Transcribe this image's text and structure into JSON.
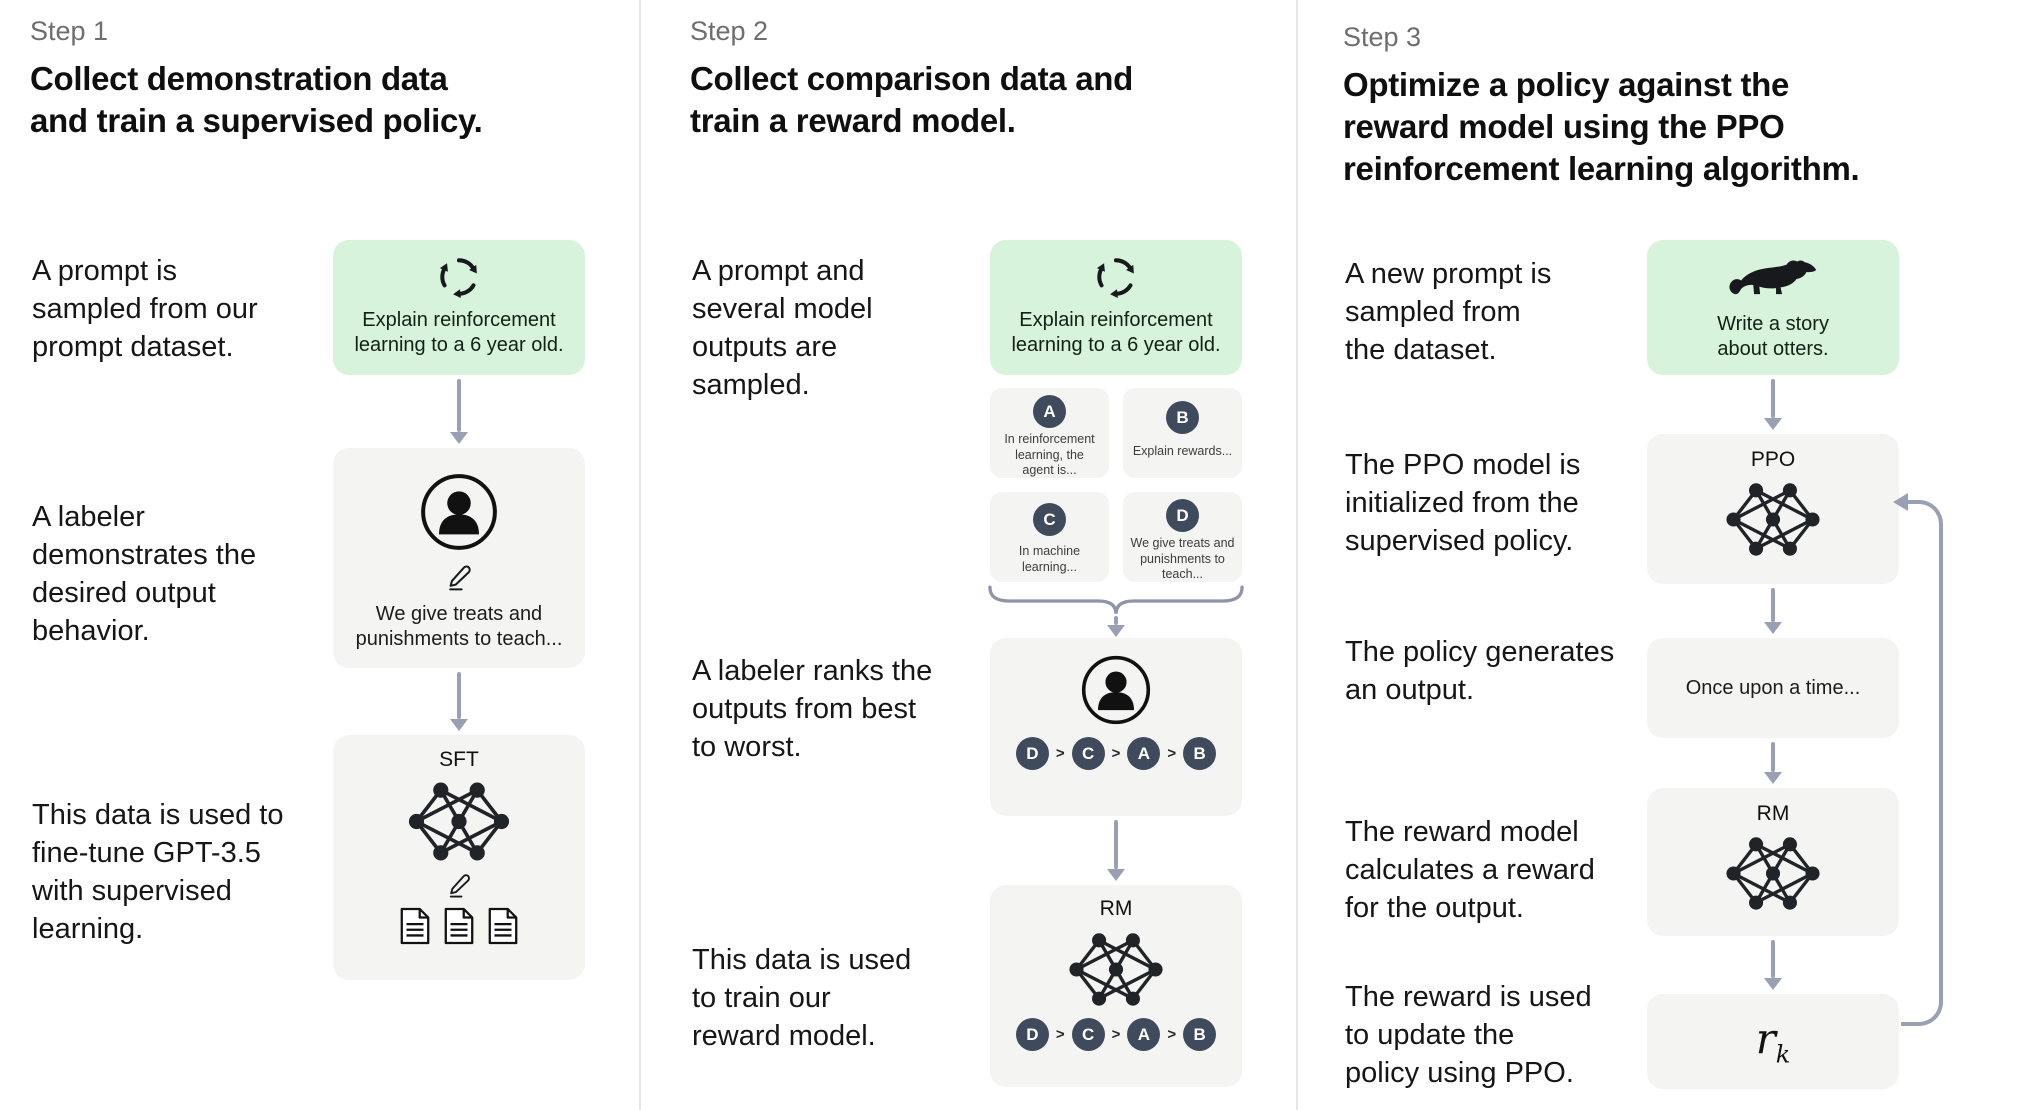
{
  "colors": {
    "green_box": "#d7f3dc",
    "gray_box": "#f4f4f3",
    "badge": "#3f4a5c",
    "arrow": "#9aa0b4",
    "divider": "#e7e7e7"
  },
  "icons": {
    "cycle": "cycle-arrows-icon",
    "person": "labeler-person-icon",
    "pencil": "pencil-icon",
    "documents": "document-icon",
    "network": "neural-network-icon",
    "otter": "otter-icon",
    "brace": "curly-brace-icon"
  },
  "step1": {
    "label": "Step 1",
    "title": "Collect demonstration data\nand train a supervised policy.",
    "caption_prompt": "A prompt is\nsampled from our\nprompt dataset.",
    "caption_labeler": "A labeler\ndemonstrates the\ndesired output\nbehavior.",
    "caption_data": "This data is used to\nfine-tune GPT-3.5\nwith supervised\nlearning.",
    "prompt_text": "Explain reinforcement\nlearning to a 6 year old.",
    "labeler_text": "We give treats and\npunishments to teach...",
    "model_label": "SFT"
  },
  "step2": {
    "label": "Step 2",
    "title": "Collect comparison data and\ntrain a reward model.",
    "caption_prompt": "A prompt and\nseveral model\noutputs are\nsampled.",
    "caption_rank": "A labeler ranks the\noutputs from best\nto worst.",
    "caption_data": "This data is used\nto train our\nreward model.",
    "prompt_text": "Explain reinforcement\nlearning to a 6 year old.",
    "outputs": [
      {
        "id": "A",
        "text": "In reinforcement\nlearning, the\nagent is..."
      },
      {
        "id": "B",
        "text": "Explain rewards..."
      },
      {
        "id": "C",
        "text": "In machine\nlearning..."
      },
      {
        "id": "D",
        "text": "We give treats and\npunishments to\nteach..."
      }
    ],
    "ranking": [
      "D",
      "C",
      "A",
      "B"
    ],
    "rank_separator": ">",
    "model_label": "RM"
  },
  "step3": {
    "label": "Step 3",
    "title": "Optimize a policy against the\nreward model using the PPO\nreinforcement learning algorithm.",
    "caption_prompt": "A new prompt is\nsampled from\nthe dataset.",
    "caption_init": "The PPO model is\ninitialized from the\nsupervised policy.",
    "caption_output": "The policy generates\nan output.",
    "caption_reward": "The reward model\ncalculates a reward\nfor the output.",
    "caption_update": "The reward is used\nto update the\npolicy using PPO.",
    "prompt_text": "Write a story\nabout otters.",
    "ppo_label": "PPO",
    "output_text": "Once upon a time...",
    "rm_label": "RM",
    "reward_symbol": "r",
    "reward_subscript": "k"
  }
}
